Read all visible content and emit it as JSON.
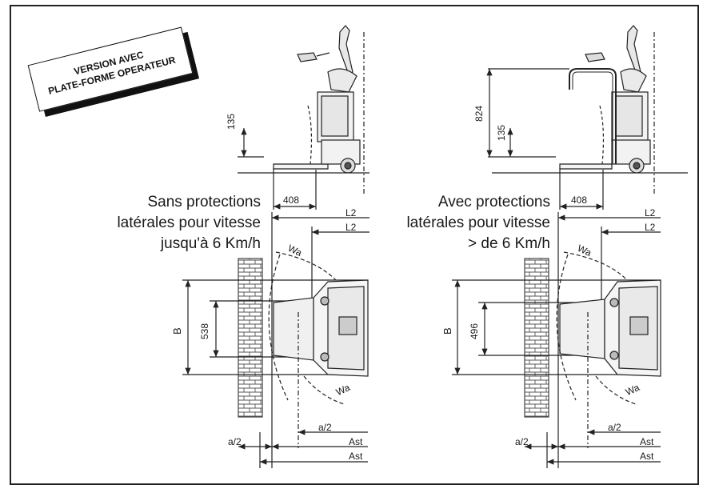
{
  "badge": {
    "line1": "VERSION AVEC",
    "line2": "PLATE-FORME OPERATEUR"
  },
  "left": {
    "caption": [
      "Sans protections",
      "latérales pour vitesse",
      "jusqu'à 6 Km/h"
    ],
    "dim_135": "135",
    "dim_408": "408",
    "L2_top": "L2",
    "L2_bottom": "L2",
    "Wa_top": "Wa",
    "Wa_bottom": "Wa",
    "B": "B",
    "inner_dim": "538",
    "a2_top": "a/2",
    "a2_bottom": "a/2",
    "Ast_top": "Ast",
    "Ast_bottom": "Ast"
  },
  "right": {
    "caption": [
      "Avec protections",
      "latérales pour vitesse",
      "> de 6 Km/h"
    ],
    "dim_824": "824",
    "dim_135": "135",
    "dim_408": "408",
    "L2_top": "L2",
    "L2_bottom": "L2",
    "Wa_top": "Wa",
    "Wa_bottom": "Wa",
    "B": "B",
    "inner_dim": "496",
    "a2_top": "a/2",
    "a2_bottom": "a/2",
    "Ast_top": "Ast",
    "Ast_bottom": "Ast"
  },
  "colors": {
    "ink": "#1a1a1a",
    "brick": "#555555",
    "paper": "#ffffff"
  }
}
